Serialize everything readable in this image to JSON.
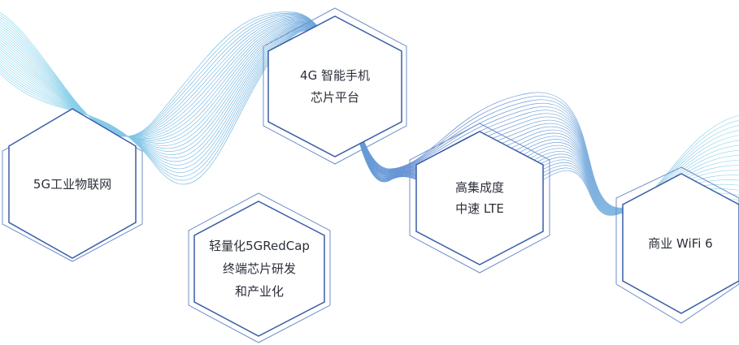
{
  "colors": {
    "hex_stroke_outer": "#4a6fb5",
    "hex_stroke_inner": "#3a5da6",
    "hex_fill": "#ffffff",
    "wave_light": "#7fd3ea",
    "wave_dark": "#3f6fc4",
    "text": "#2b2f3a"
  },
  "nodes": [
    {
      "id": "iot",
      "lines": [
        "5G工业物联网"
      ]
    },
    {
      "id": "phone",
      "lines": [
        "4G 智能手机",
        "芯片平台"
      ]
    },
    {
      "id": "redcap",
      "lines": [
        "轻量化5GRedCap",
        "终端芯片研发",
        "和产业化"
      ]
    },
    {
      "id": "lte",
      "lines": [
        "高集成度",
        "中速 LTE"
      ]
    },
    {
      "id": "wifi",
      "lines": [
        "商业 WiFi 6"
      ]
    }
  ]
}
